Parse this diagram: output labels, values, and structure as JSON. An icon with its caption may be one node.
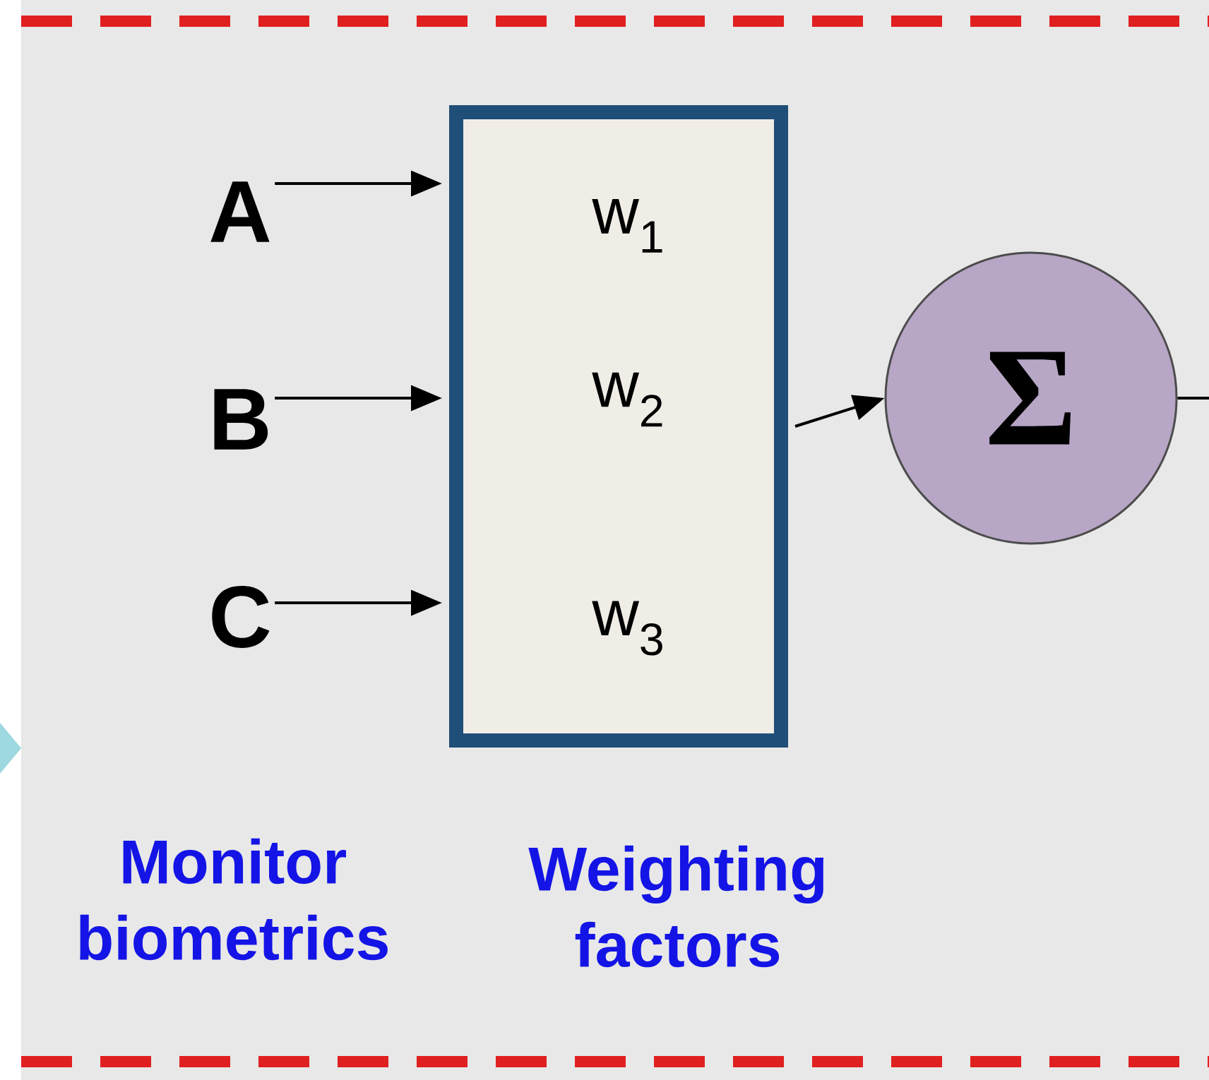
{
  "diagram": {
    "nodes": [
      {
        "text": [
          "A"
        ]
      },
      {
        "text": [
          "B"
        ]
      },
      {
        "text": [
          "C"
        ]
      },
      {
        "text": [
          "w$_{1}$",
          "w$_{2}$",
          "w$_{3}$"
        ]
      },
      {
        "text": [
          "Σ"
        ]
      }
    ],
    "edges": [
      {
        "from": 0,
        "to": 3,
        "arrow": "to"
      },
      {
        "from": 1,
        "to": 3,
        "arrow": "to"
      },
      {
        "from": 2,
        "to": 3,
        "arrow": "to"
      },
      {
        "from": 3,
        "to": 4,
        "arrow": "to"
      },
      {
        "from": 4,
        "to": null,
        "arrow": "none"
      }
    ],
    "labels": [
      "Monitor biometrics",
      "Weighting factors"
    ]
  }
}
